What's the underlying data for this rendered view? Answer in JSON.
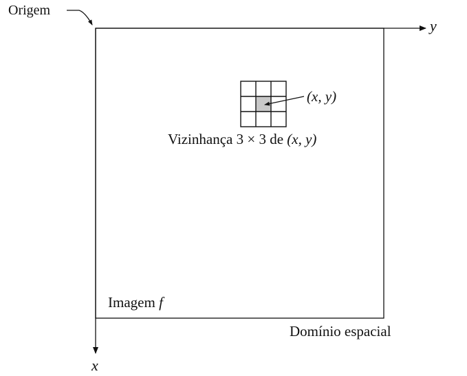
{
  "labels": {
    "origin": "Origem",
    "y_axis": "y",
    "x_axis": "x",
    "point": "(x, y)",
    "neighborhood_prefix": "Vizinhança 3 × 3 de ",
    "neighborhood_point": "(x, y)",
    "image_prefix": "Imagem ",
    "image_symbol": "f",
    "domain": "Domínio espacial"
  },
  "neighborhood": {
    "rows": 3,
    "cols": 3,
    "center_cell": [
      1,
      1
    ]
  },
  "colors": {
    "stroke": "#111111",
    "center_fill": "#c8c8c8",
    "background": "#ffffff"
  }
}
